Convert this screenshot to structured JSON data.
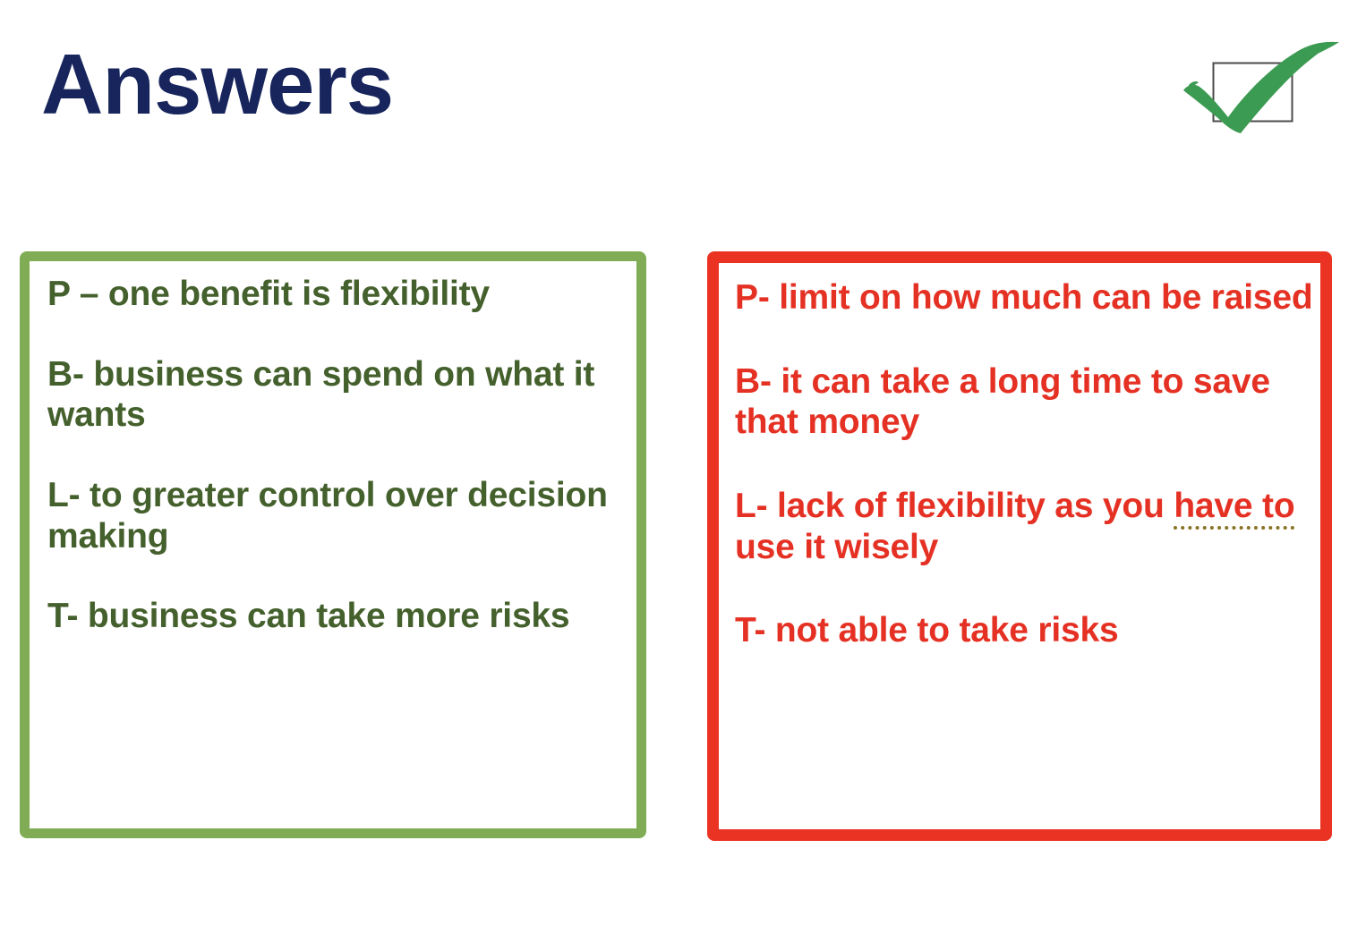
{
  "slide": {
    "title": "Answers",
    "title_color": "#17255c",
    "background_color": "#ffffff"
  },
  "badge": {
    "icon_name": "green-check-mark-icon",
    "checkbox_icon_name": "empty-checkbox-icon",
    "check_color": "#3c9b52",
    "box_outline_color": "#4c4c4c"
  },
  "boxes": [
    {
      "id": "advantages",
      "accent_color": "#7fac55",
      "text_color": "#44602c",
      "lines": [
        "P – one benefit is flexibility",
        "B- business can spend on what it wants",
        "L- to greater control over decision making",
        "T- business can take more risks"
      ]
    },
    {
      "id": "disadvantages",
      "accent_color": "#ea3323",
      "text_color": "#e53124",
      "grammar_underline_color": "#8a7324",
      "lines": [
        {
          "pre": "P- limit on how much can be raised",
          "marked": "",
          "post": ""
        },
        {
          "pre": "B- it can take a long time to save that money",
          "marked": "",
          "post": ""
        },
        {
          "pre": "L- lack of flexibility as you ",
          "marked": "have to",
          "post": " use it wisely"
        },
        {
          "pre": "T- not able to take risks",
          "marked": "",
          "post": ""
        }
      ]
    }
  ]
}
